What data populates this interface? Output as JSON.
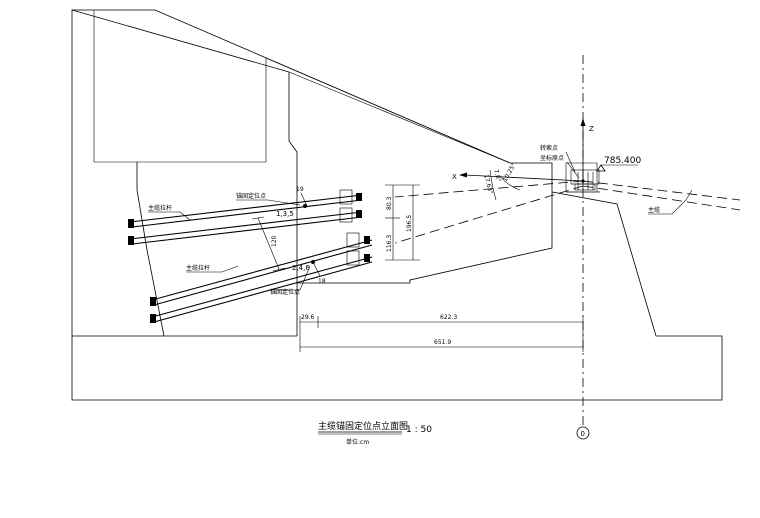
{
  "labels": {
    "main_cable_rod_upper": "主缆拉杆",
    "main_cable_rod_lower": "主缆拉杆",
    "anchor_point_upper": "锚固定位点",
    "anchor_point_lower": "锚固定位点",
    "saddle_point": "转索点",
    "coord_origin": "坐标原点",
    "main_cable": "主缆",
    "axis_x": "X",
    "axis_z": "Z",
    "elevation": "785.400",
    "axis_marker": "0",
    "point_135": "1,3,5",
    "point_246": "2,4,6"
  },
  "dimensions": {
    "d_19": "19",
    "d_120": "120",
    "d_18": "18",
    "d_80_3": "80.3",
    "d_196_5": "196.5",
    "d_116_3": "116.3",
    "d_29_6": "29.6",
    "d_622_3": "622.3",
    "d_651_9": "651.9",
    "angle_a": "7.8°",
    "angle_b": "17.63°",
    "angle_c": "10.25°"
  },
  "title": {
    "main": "主缆锚固定位点立面图",
    "scale": "1 : 50",
    "unit": "单位:cm"
  }
}
